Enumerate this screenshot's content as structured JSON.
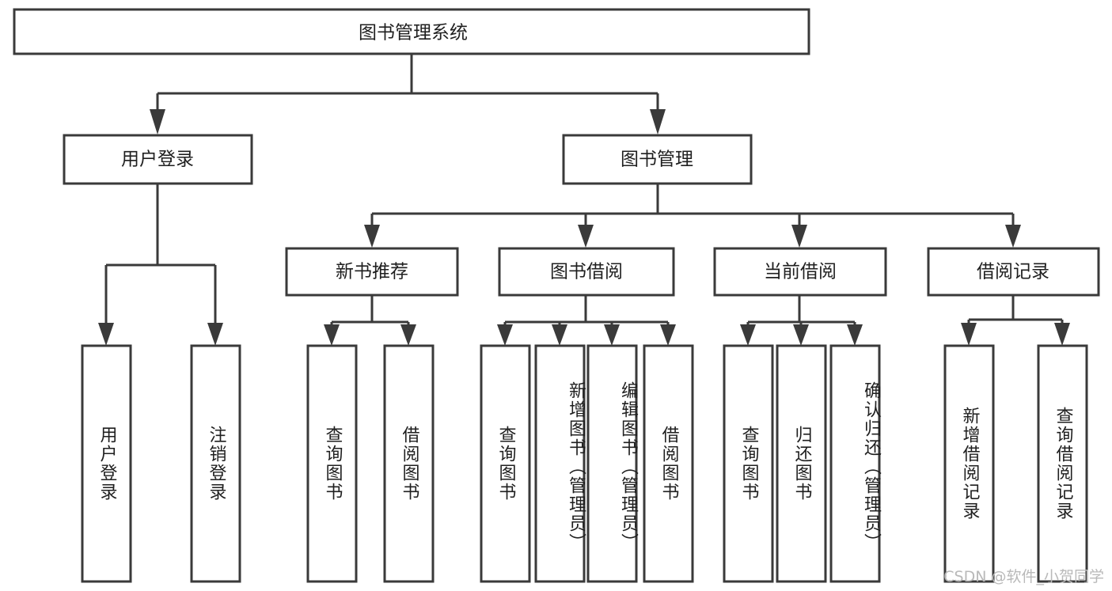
{
  "diagram": {
    "title_node": {
      "label": "图书管理系统"
    },
    "level2": [
      {
        "id": "user-login",
        "label": "用户登录"
      },
      {
        "id": "book-manage",
        "label": "图书管理"
      }
    ],
    "level3": [
      {
        "id": "new-book-recommend",
        "label": "新书推荐"
      },
      {
        "id": "book-borrow",
        "label": "图书借阅"
      },
      {
        "id": "current-borrow",
        "label": "当前借阅"
      },
      {
        "id": "borrow-record",
        "label": "借阅记录"
      }
    ],
    "leaves": [
      {
        "id": "leaf-user-login",
        "label": "用户登录",
        "parent": "user-login"
      },
      {
        "id": "leaf-logout-login",
        "label": "注销登录",
        "parent": "user-login"
      },
      {
        "id": "leaf-query-book-1",
        "label": "查询图书",
        "parent": "new-book-recommend"
      },
      {
        "id": "leaf-borrow-book-1",
        "label": "借阅图书",
        "parent": "new-book-recommend"
      },
      {
        "id": "leaf-query-book-2",
        "label": "查询图书",
        "parent": "book-borrow"
      },
      {
        "id": "leaf-add-book-admin",
        "label": "新增图书（管理员）",
        "parent": "book-borrow"
      },
      {
        "id": "leaf-edit-book-admin",
        "label": "编辑图书（管理员）",
        "parent": "book-borrow"
      },
      {
        "id": "leaf-borrow-book-2",
        "label": "借阅图书",
        "parent": "book-borrow"
      },
      {
        "id": "leaf-query-book-3",
        "label": "查询图书",
        "parent": "current-borrow"
      },
      {
        "id": "leaf-return-book",
        "label": "归还图书",
        "parent": "current-borrow"
      },
      {
        "id": "leaf-confirm-return-admin",
        "label": "确认归还（管理员）",
        "parent": "current-borrow"
      },
      {
        "id": "leaf-add-borrow-record",
        "label": "新增借阅记录",
        "parent": "borrow-record"
      },
      {
        "id": "leaf-query-borrow-record",
        "label": "查询借阅记录",
        "parent": "borrow-record"
      }
    ],
    "watermark": "CSDN @软件_小贺同学",
    "colors": {
      "stroke": "#3a3a3a",
      "fill": "#ffffff",
      "text": "#1f1f1f",
      "watermark": "#b9b9b9"
    }
  }
}
